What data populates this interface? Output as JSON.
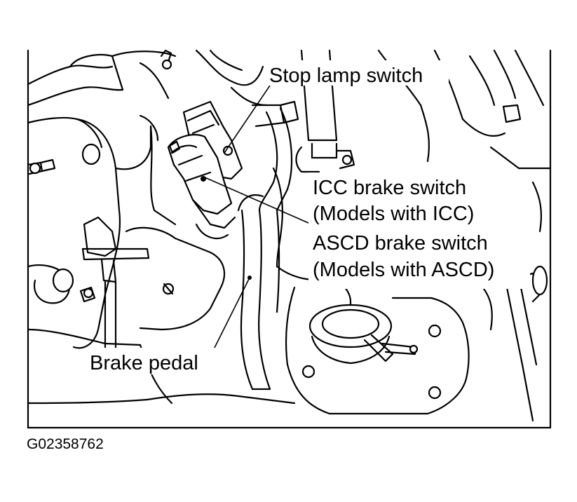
{
  "labels": {
    "stop_lamp_switch": "Stop lamp switch",
    "icc_brake_switch": "ICC brake switch",
    "icc_models": "(Models with ICC)",
    "ascd_brake_switch": "ASCD brake switch",
    "ascd_models": "(Models with ASCD)",
    "brake_pedal": "Brake pedal"
  },
  "figure_id": "G02358762"
}
